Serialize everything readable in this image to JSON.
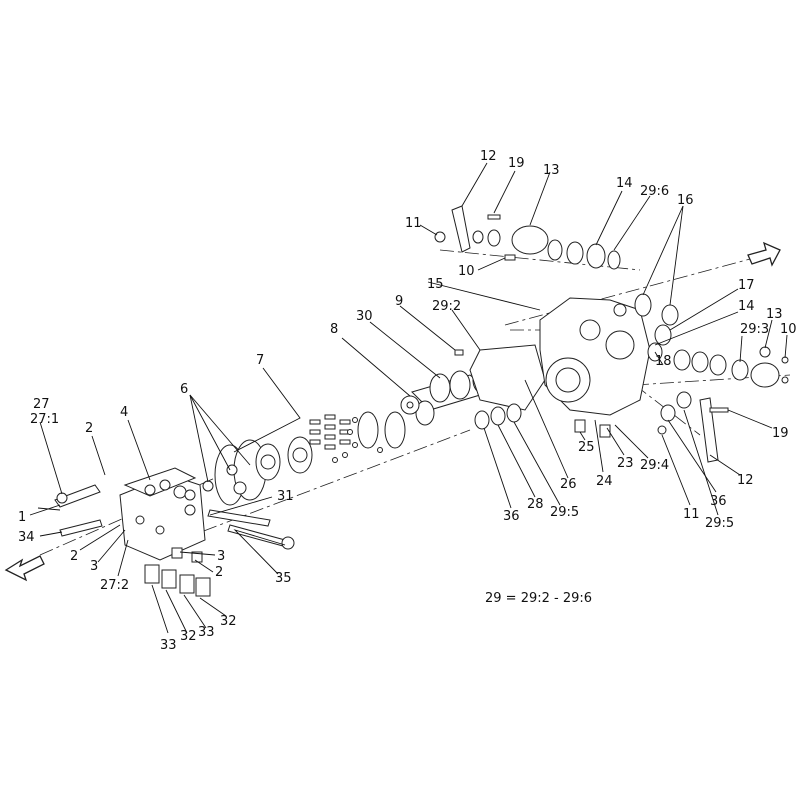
{
  "legend": "29 = 29:2 - 29:6",
  "labels": [
    "12",
    "19",
    "13",
    "11",
    "10",
    "14",
    "29:6",
    "16",
    "15",
    "17",
    "14",
    "13",
    "10",
    "29:3",
    "9",
    "29:2",
    "30",
    "8",
    "7",
    "18",
    "6",
    "27",
    "27:1",
    "2",
    "4",
    "1",
    "34",
    "2",
    "3",
    "27:2",
    "31",
    "3",
    "2",
    "35",
    "33",
    "32",
    "33",
    "32",
    "36",
    "28",
    "29:5",
    "26",
    "25",
    "24",
    "23",
    "29:4",
    "11",
    "36",
    "29:5",
    "12",
    "19"
  ]
}
